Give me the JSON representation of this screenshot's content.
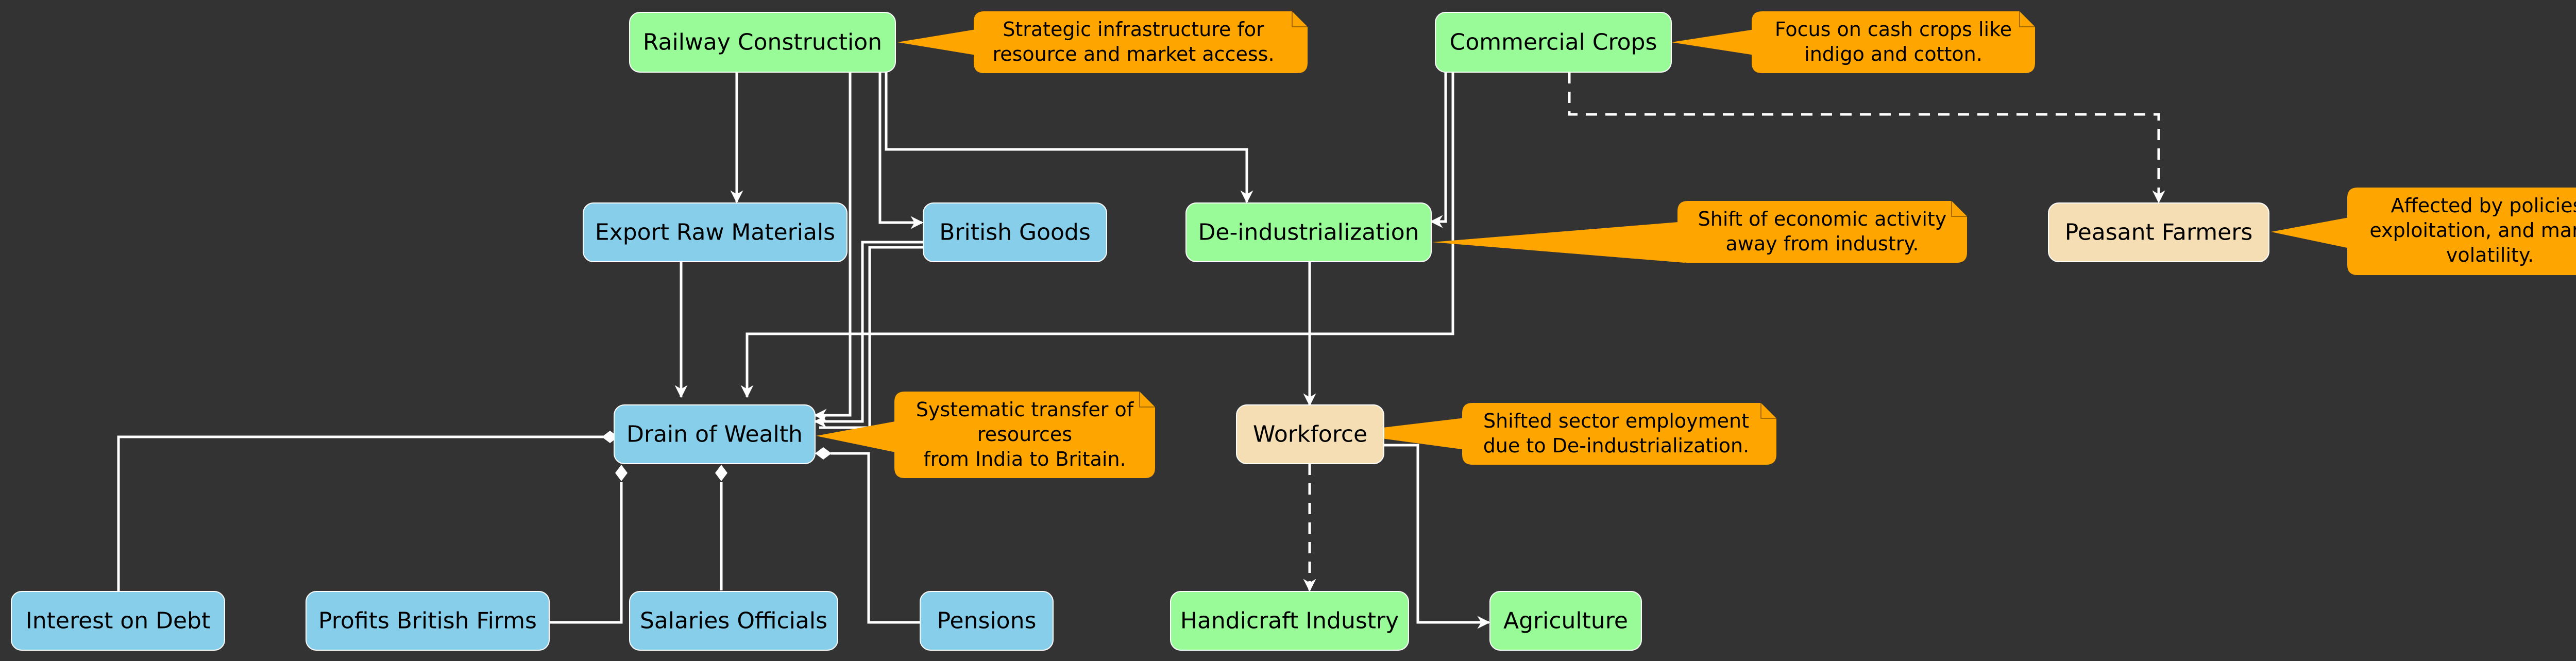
{
  "colors": {
    "background": "#333333",
    "green_node": "#98FB98",
    "blue_node": "#87CEEB",
    "beige_node": "#F5DEB3",
    "note": "#FFA500",
    "edge": "#FFFFFF"
  },
  "nodes": {
    "railway": "Railway Construction",
    "commercial": "Commercial Crops",
    "export": "Export Raw Materials",
    "british_goods": "British Goods",
    "deind": "De-industrialization",
    "peasant": "Peasant Farmers",
    "drain": "Drain of Wealth",
    "workforce": "Workforce",
    "interest": "Interest on Debt",
    "profits": "Profits British Firms",
    "salaries": "Salaries Officials",
    "pensions": "Pensions",
    "handicraft": "Handicraft Industry",
    "agriculture": "Agriculture"
  },
  "notes": {
    "railway": [
      "Strategic infrastructure for",
      "resource and market access."
    ],
    "commercial": [
      "Focus on cash crops like",
      "indigo and cotton."
    ],
    "deind": [
      "Shift of economic activity",
      "away from industry."
    ],
    "peasant": [
      "Affected by policies,",
      "exploitation, and market",
      "volatility."
    ],
    "drain": [
      "Systematic transfer of",
      "resources",
      "from India to Britain."
    ],
    "workforce": [
      "Shifted sector employment",
      "due to De-industrialization."
    ]
  }
}
